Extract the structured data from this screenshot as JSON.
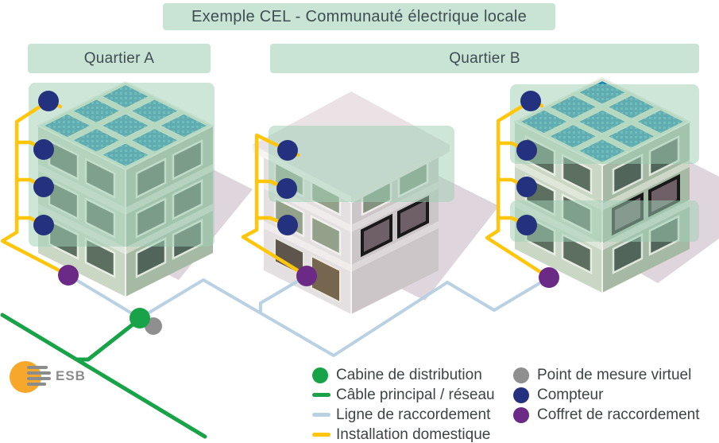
{
  "title": "Exemple CEL - Communauté électrique locale",
  "quartiers": [
    {
      "label": "Quartier A"
    },
    {
      "label": "Quartier B"
    }
  ],
  "logo": {
    "text": "ESB"
  },
  "legend": {
    "left": [
      {
        "icon": "green-dot",
        "color": "#18a348",
        "label": "Cabine de distribution"
      },
      {
        "icon": "green-line",
        "color": "#18a348",
        "label": "Câble principal / réseau"
      },
      {
        "icon": "blue-line",
        "color": "#b9d1e2",
        "label": "Ligne de raccordement"
      },
      {
        "icon": "yellow-line",
        "color": "#ffc60b",
        "label": "Installation domestique"
      }
    ],
    "right": [
      {
        "icon": "gray-dot",
        "color": "#8f8f8f",
        "label": "Point de mesure virtuel"
      },
      {
        "icon": "navy-dot",
        "color": "#24317e",
        "label": "Compteur"
      },
      {
        "icon": "purple-dot",
        "color": "#6b2a85",
        "label": "Coffret de raccordement"
      }
    ]
  },
  "diagram": {
    "buildings": [
      {
        "name": "building-quartier-a",
        "solar_panels": true,
        "meters": 4
      },
      {
        "name": "building-middle",
        "solar_panels": false,
        "meters": 3
      },
      {
        "name": "building-quartier-b",
        "solar_panels": true,
        "meters": 4
      }
    ],
    "colors": {
      "banner_green": "#c9e4d5",
      "overlay_green": "#9fd0b4",
      "domestic_yellow": "#ffc60b",
      "connection_blue": "#b9d1e2",
      "network_green": "#18a348",
      "meter_navy": "#24317e",
      "box_purple": "#6b2a85",
      "virtual_gray": "#8f8f8f",
      "esb_orange": "#f7a82b"
    }
  }
}
